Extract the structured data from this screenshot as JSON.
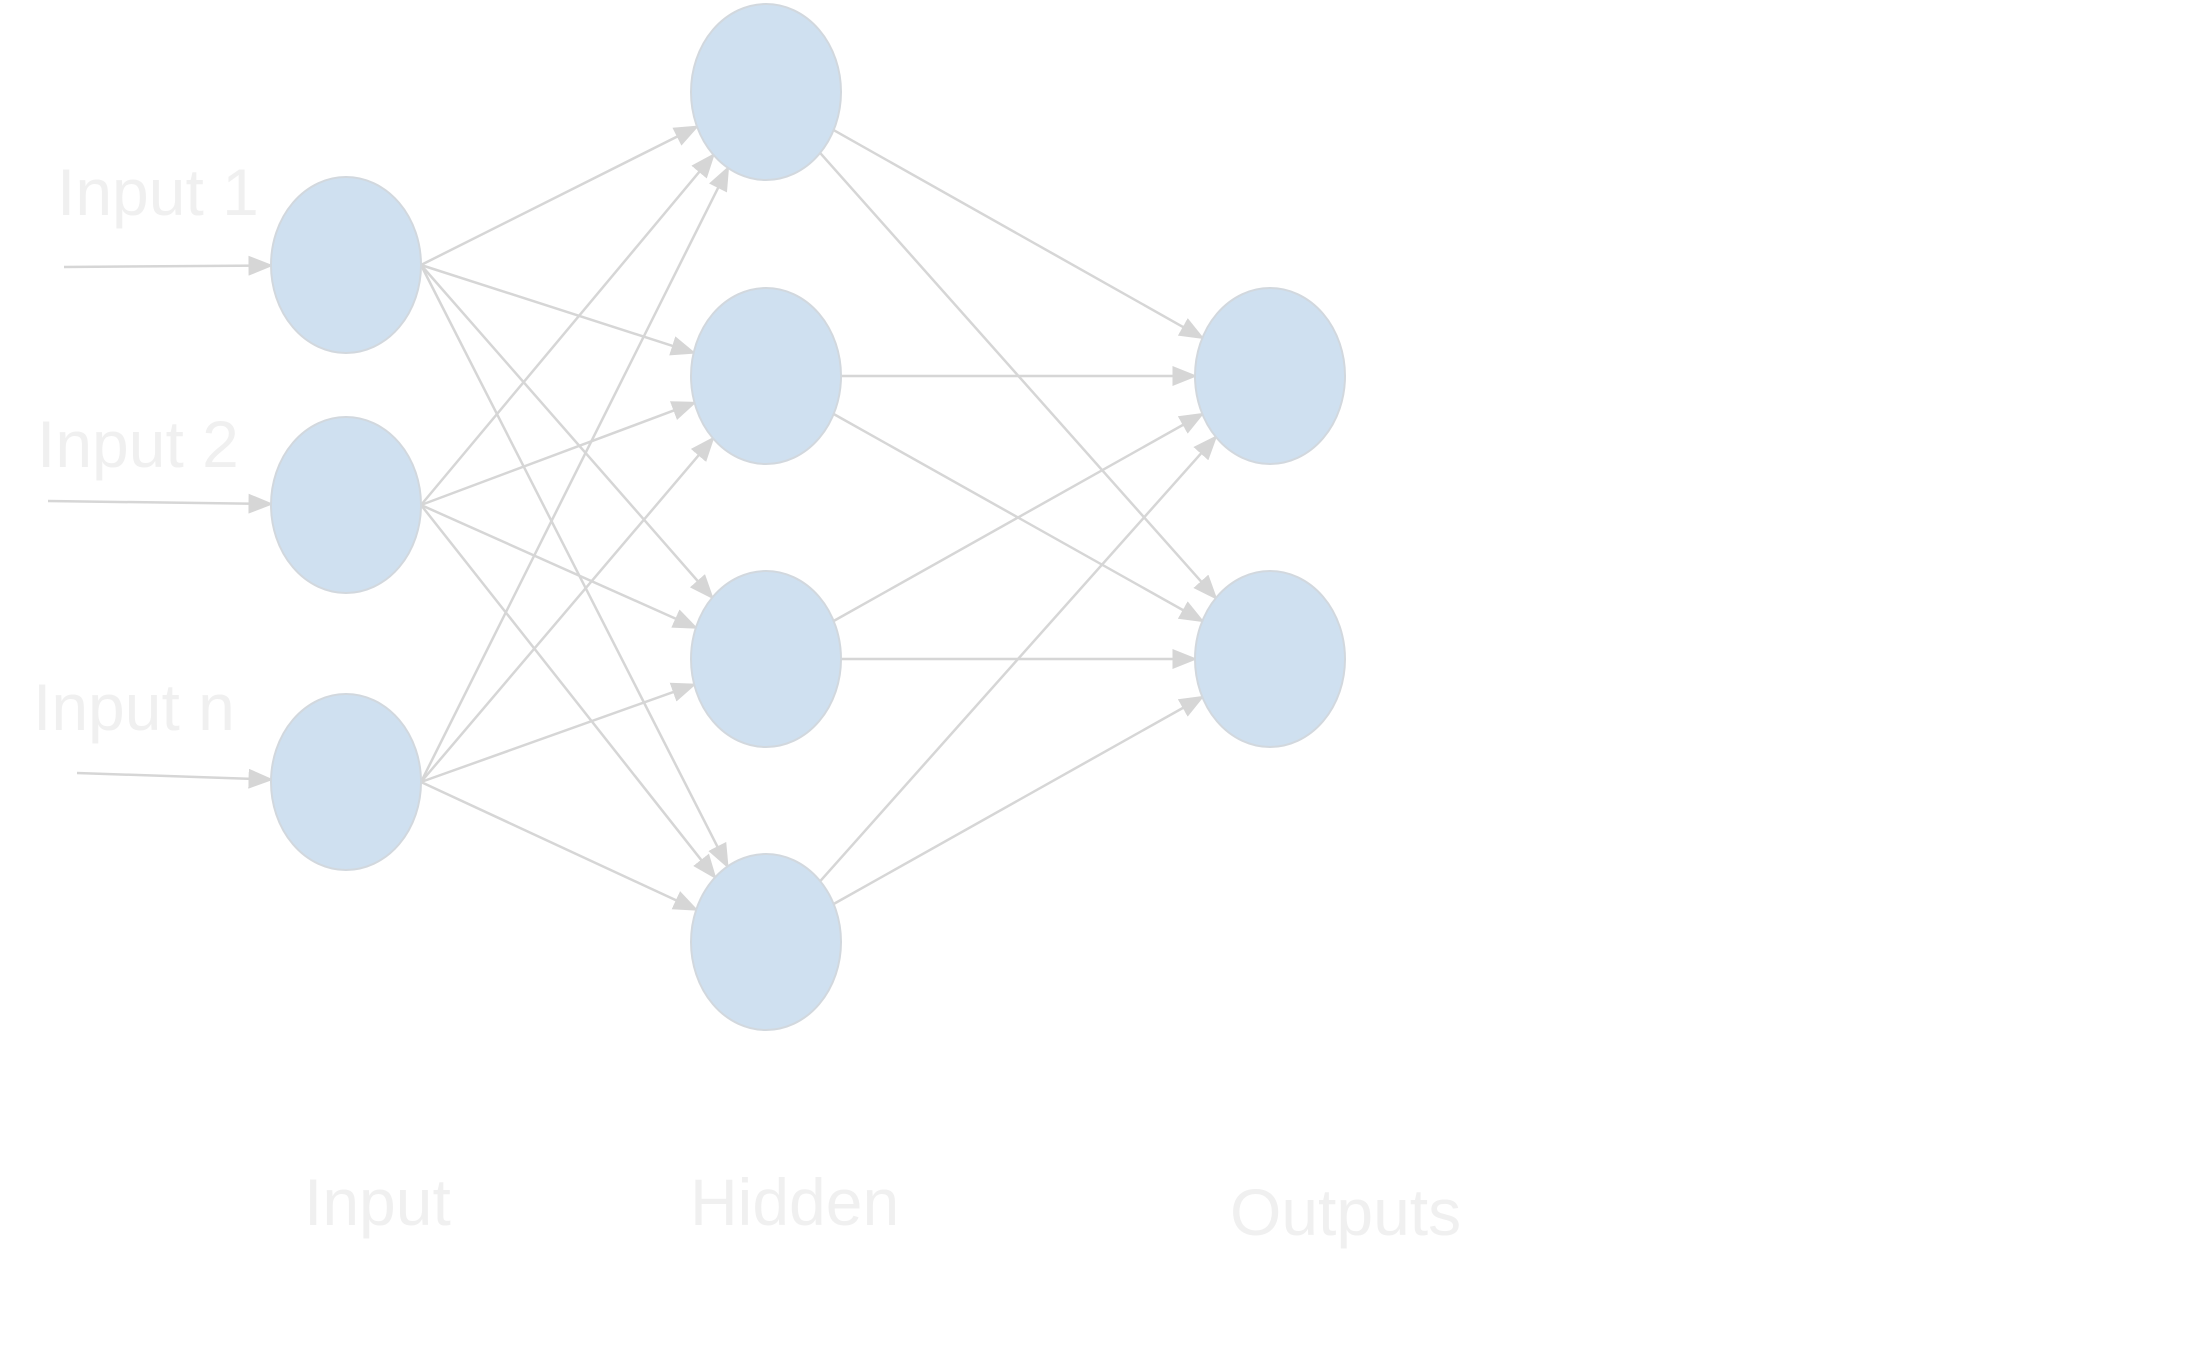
{
  "diagram": {
    "input_labels": [
      "Input 1",
      "Input 2",
      "Input n"
    ],
    "layer_labels": {
      "input": "Input",
      "hidden": "Hidden",
      "outputs": "Outputs"
    },
    "colors": {
      "node_fill": "#cfe0f0",
      "node_stroke": "#d2d8de",
      "edge": "#d6d6d6",
      "label": "#f0f0f0"
    }
  }
}
